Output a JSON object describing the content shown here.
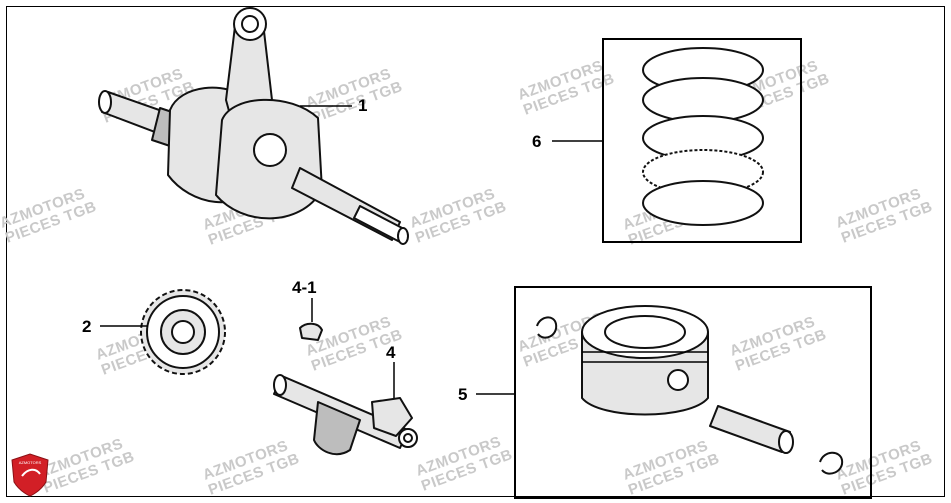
{
  "callouts": {
    "crankshaft": "1",
    "gear": "2",
    "balancer_key": "4-1",
    "balancer_shaft": "4",
    "piston_set": "5",
    "piston_rings": "6"
  },
  "watermark": {
    "line1": "AZMOTORS",
    "line2": "PIECES TGB"
  },
  "logo": {
    "text": "AZMOTORS",
    "color": "#d21f26"
  },
  "colors": {
    "line": "#000000",
    "watermark": "#c9c9c9"
  }
}
